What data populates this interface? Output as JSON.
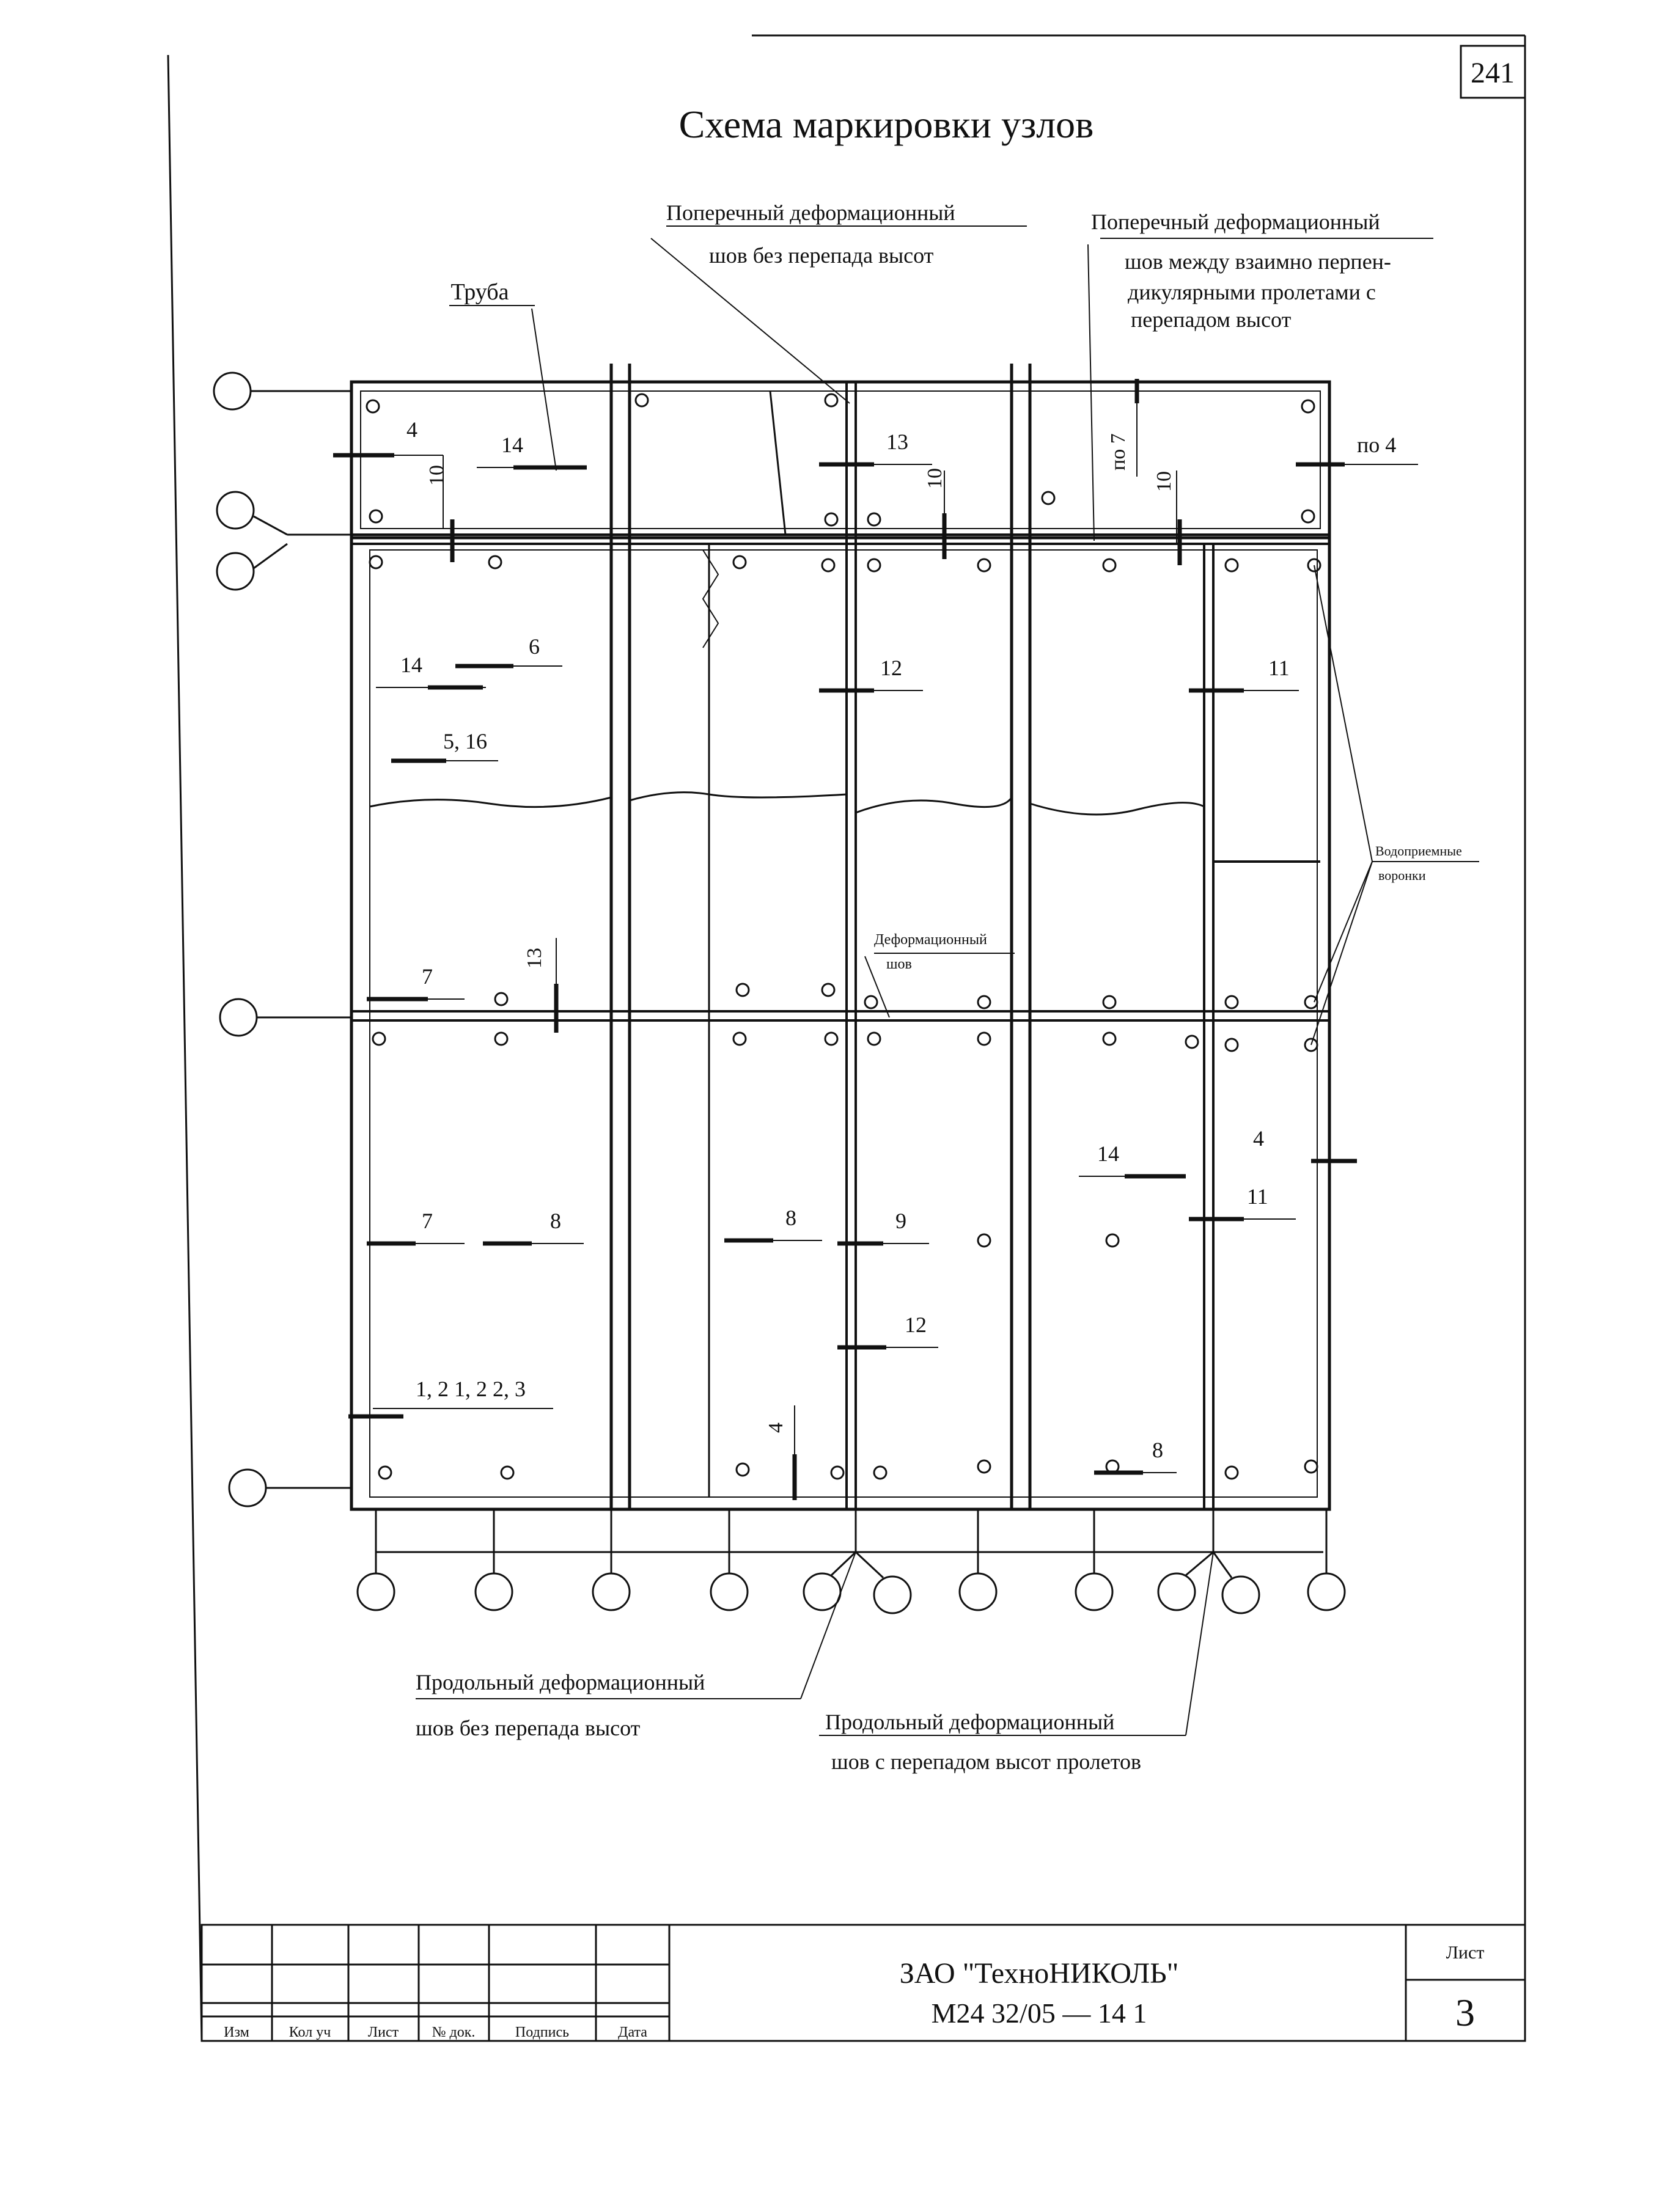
{
  "page_number": "241",
  "title": "Схема маркировки узлов",
  "callouts": {
    "pipe": "Труба",
    "transverse_no_drop": [
      "Поперечный деформационный",
      "шов без перепада высот"
    ],
    "transverse_perp": [
      "Поперечный деформационный",
      "шов между взаимно перпен-",
      "дикулярными пролетами с",
      "перепадом высот"
    ],
    "drains": [
      "Водоприемные",
      "воронки"
    ],
    "joint": [
      "Деформационный",
      "шов"
    ],
    "longitudinal_no_drop": [
      "Продольный деформационный",
      "шов без перепада высот"
    ],
    "longitudinal_drop": [
      "Продольный деформационный",
      "шов с перепадом высот пролетов"
    ]
  },
  "node_marks": [
    "4",
    "14",
    "10",
    "13",
    "10",
    "по 7",
    "10",
    "по 4",
    "6",
    "14",
    "5, 16",
    "12",
    "11",
    "7",
    "13",
    "4",
    "14",
    "11",
    "7",
    "8",
    "8",
    "9",
    "12",
    "1, 2 1, 2 2, 3",
    "4",
    "8"
  ],
  "title_block": {
    "headers": [
      "Изм",
      "Кол уч",
      "Лист",
      "№ док.",
      "Подпись",
      "Дата"
    ],
    "company": "ЗАО \"ТехноНИКОЛЬ\"",
    "code": "М24 32/05   —   14 1",
    "sheet_label": "Лист",
    "sheet_number": "3"
  },
  "colors": {
    "ink": "#111111",
    "paper": "#ffffff"
  }
}
